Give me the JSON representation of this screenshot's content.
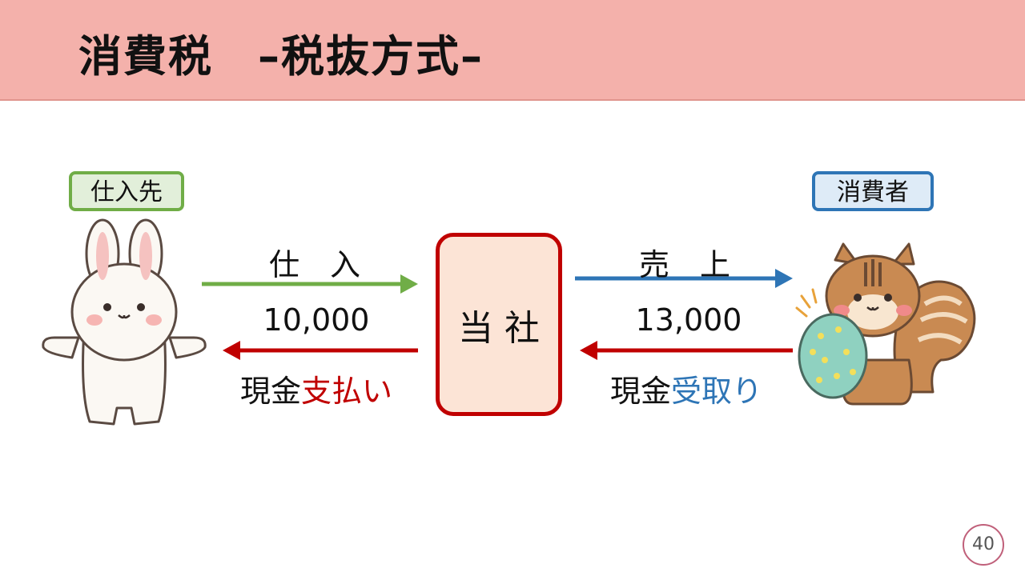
{
  "title": "消費税　–税抜方式–",
  "supplier": {
    "label": "仕入先"
  },
  "consumer": {
    "label": "消費者"
  },
  "company": {
    "label": "当 社"
  },
  "purchase": {
    "label": "仕　入",
    "amount": "10,000",
    "cash_prefix": "現金",
    "cash_action": "支払い"
  },
  "sales": {
    "label": "売　上",
    "amount": "13,000",
    "cash_prefix": "現金",
    "cash_action": "受取り"
  },
  "page_number": "40",
  "colors": {
    "header": "#f4b1ab",
    "green": "#70ad47",
    "blue": "#2e75b6",
    "red": "#c00000",
    "company_fill": "#fce4d6"
  },
  "icons": [
    "rabbit-illustration",
    "squirrel-illustration",
    "arrow-right-icon",
    "arrow-left-icon"
  ]
}
